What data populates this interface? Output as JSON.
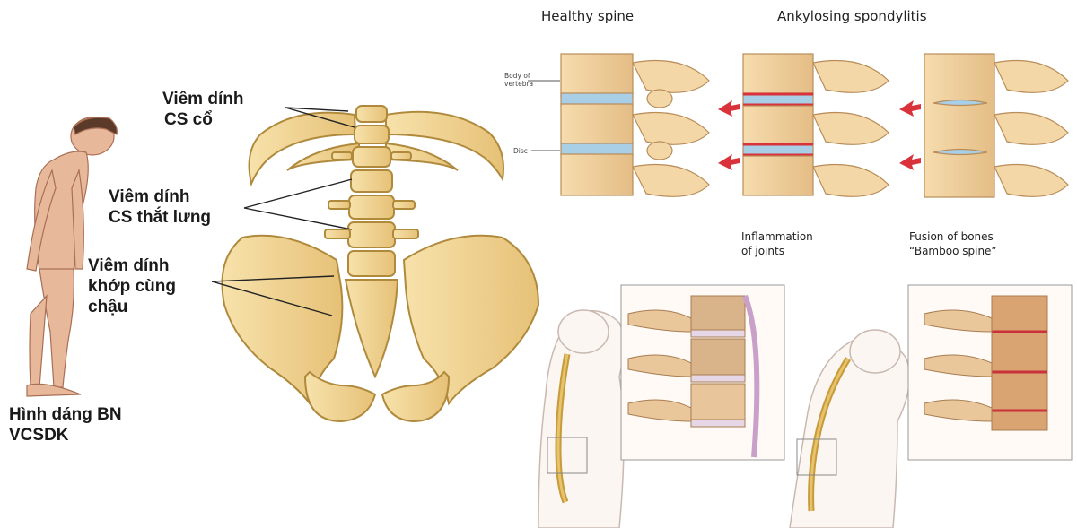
{
  "labels": {
    "cervical": [
      "Viêm dính",
      "CS cổ"
    ],
    "lumbar": [
      "Viêm dính",
      "CS thắt lưng"
    ],
    "sacroiliac": [
      "Viêm dính",
      "khớp cùng",
      "chậu"
    ],
    "patient": [
      "Hình dáng BN",
      "VCSDK"
    ]
  },
  "panels": {
    "healthy_title": "Healthy spine",
    "as_title": "Ankylosing spondylitis",
    "body_of_vertebra": [
      "Body of",
      "vertebra"
    ],
    "disc": "Disc",
    "inflammation": [
      "Inflammation",
      "of joints"
    ],
    "fusion": [
      "Fusion of bones",
      "“Bamboo spine”"
    ]
  },
  "colors": {
    "bone": "#f0d08a",
    "bone_stroke": "#b08a3c",
    "disc_healthy": "#a9cfe6",
    "inflamed": "#d9323a",
    "skin": "#e8b89a"
  }
}
